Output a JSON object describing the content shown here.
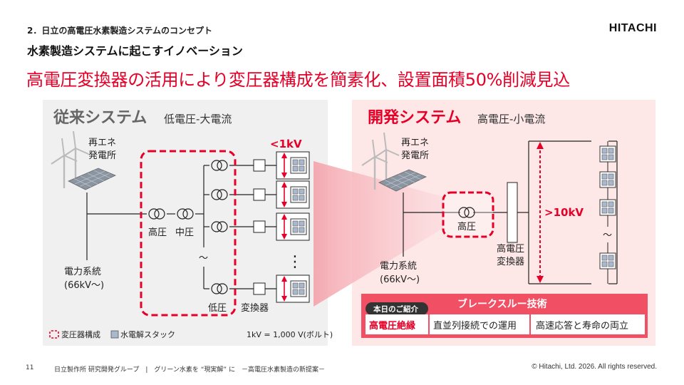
{
  "header": {
    "section_label": "2．日立の高電圧水素製造システムのコンセプト",
    "logo": "HITACHI",
    "subtitle": "水素製造システムに起こすイノベーション",
    "title": "高電圧変換器の活用により変圧器構成を簡素化、設置面積50%削減見込"
  },
  "conventional": {
    "title": "従来システム",
    "subtitle": "低電圧-大電流",
    "plant_line1": "再エネ",
    "plant_line2": "発電所",
    "grid_line1": "電力系統",
    "grid_line2": "(66kV～)",
    "label_high": "高圧",
    "label_mid": "中圧",
    "label_low": "低圧",
    "label_converter": "変換器",
    "voltage": "<1kV",
    "wave": "～",
    "dots": "⋮",
    "legend_transformer": "変圧器構成",
    "legend_stack": "水電解スタック",
    "unit_note": "1kV = 1,000 V(ボルト)"
  },
  "developed": {
    "title": "開発システム",
    "subtitle": "高電圧-小電流",
    "plant_line1": "再エネ",
    "plant_line2": "発電所",
    "grid_line1": "電力系統",
    "grid_line2": "(66kV～)",
    "label_high": "高圧",
    "converter_line1": "高電圧",
    "converter_line2": "変換器",
    "voltage": ">10kV",
    "wave": "～"
  },
  "breakthrough": {
    "title": "ブレークスルー技術",
    "tag": "本日のご紹介",
    "items": [
      "高電圧絶縁",
      "直並列接続での運用",
      "高速応答と寿命の両立"
    ]
  },
  "footer": {
    "page_number": "11",
    "text": "日立製作所 研究開発グループ　|　グリーン水素を “現実解” に　－高電圧水素製造の新提案－",
    "copyright": "© Hitachi, Ltd. 2026. All rights reserved."
  },
  "colors": {
    "accent_red": "#e60027",
    "left_panel_bg": "#f0f0f0",
    "right_panel_bg": "#fde7e7",
    "stack_blue": "#aab8ce"
  }
}
